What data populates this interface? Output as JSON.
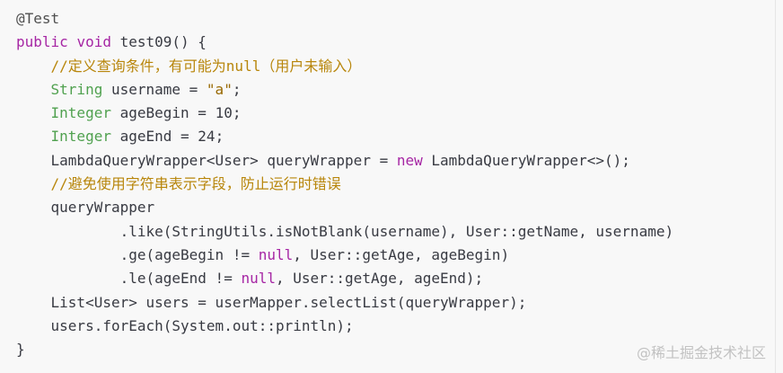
{
  "code": {
    "lines": [
      [
        {
          "t": "@Test",
          "c": "anno"
        }
      ],
      [
        {
          "t": "public",
          "c": "kw"
        },
        {
          "t": " "
        },
        {
          "t": "void",
          "c": "kw"
        },
        {
          "t": " test09() {"
        }
      ],
      [
        {
          "t": "    "
        },
        {
          "t": "//定义查询条件，有可能为null（用户未输入）",
          "c": "cmt"
        }
      ],
      [
        {
          "t": "    "
        },
        {
          "t": "String",
          "c": "ty"
        },
        {
          "t": " username = "
        },
        {
          "t": "\"a\"",
          "c": "str"
        },
        {
          "t": ";"
        }
      ],
      [
        {
          "t": "    "
        },
        {
          "t": "Integer",
          "c": "ty"
        },
        {
          "t": " ageBegin = 10;"
        }
      ],
      [
        {
          "t": "    "
        },
        {
          "t": "Integer",
          "c": "ty"
        },
        {
          "t": " ageEnd = 24;"
        }
      ],
      [
        {
          "t": "    LambdaQueryWrapper<User> queryWrapper = "
        },
        {
          "t": "new",
          "c": "kw"
        },
        {
          "t": " LambdaQueryWrapper<>();"
        }
      ],
      [
        {
          "t": "    "
        },
        {
          "t": "//避免使用字符串表示字段，防止运行时错误",
          "c": "cmt"
        }
      ],
      [
        {
          "t": "    queryWrapper"
        }
      ],
      [
        {
          "t": "            .like(StringUtils.isNotBlank(username), User::getName, username)"
        }
      ],
      [
        {
          "t": "            .ge(ageBegin != "
        },
        {
          "t": "null",
          "c": "kw"
        },
        {
          "t": ", User::getAge, ageBegin)"
        }
      ],
      [
        {
          "t": "            .le(ageEnd != "
        },
        {
          "t": "null",
          "c": "kw"
        },
        {
          "t": ", User::getAge, ageEnd);"
        }
      ],
      [
        {
          "t": "    List<User> users = userMapper.selectList(queryWrapper);"
        }
      ],
      [
        {
          "t": "    users.forEach(System.out::println);"
        }
      ],
      [
        {
          "t": "}"
        }
      ]
    ]
  },
  "watermark": "@稀土掘金技术社区"
}
